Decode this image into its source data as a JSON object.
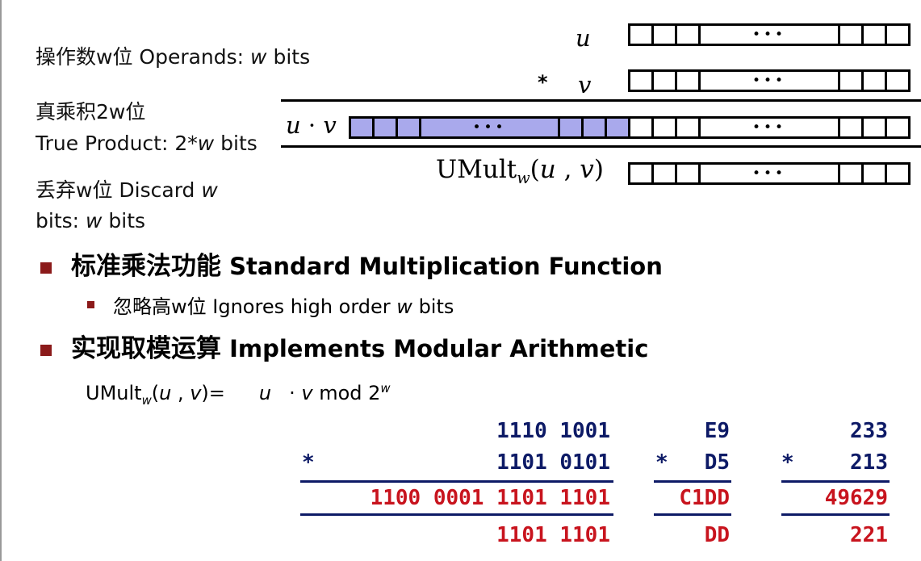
{
  "diagram": {
    "operand_label": {
      "zh": "操作数w位",
      "en": "Operands: ",
      "var": "w",
      "tail": " bits"
    },
    "product_label": {
      "zh": "真乘积2w位",
      "en": "True Product: 2*",
      "var": "w",
      "tail": "  bits"
    },
    "discard_label": {
      "zh": "丢弃w位",
      "en": "Discard ",
      "var": "w",
      "line2_pre": "bits: ",
      "line2_var": "w",
      "line2_tail": " bits"
    },
    "u_symbol": "u",
    "times_symbol": "*",
    "v_symbol": "v",
    "uv_label": {
      "u": "u",
      "dot": " · ",
      "v": "v"
    },
    "umult_label": {
      "name": "UMult",
      "sub": "w",
      "open": "(",
      "u": "u",
      "sep": " , ",
      "v": "v",
      "close": ")"
    }
  },
  "bullets": [
    {
      "zh": "标准乘法功能",
      "en": " Standard Multiplication Function",
      "sub": {
        "zh": "忽略高w位",
        "en": " Ignores high order ",
        "var": "w",
        "tail": " bits"
      }
    },
    {
      "zh": "实现取模运算",
      "en": " Implements Modular Arithmetic"
    }
  ],
  "formula": {
    "name": "UMult",
    "sub": "w",
    "open": "(",
    "u": "u",
    "sep": " , ",
    "v": "v",
    "close": ")=",
    "rhs_u": "u",
    "rhs_dot": "· ",
    "rhs_v": "v",
    "mod": "  mod 2",
    "exp": "w"
  },
  "example": {
    "binary": {
      "a": "1110 1001",
      "op": "*",
      "b": "1101 0101",
      "product": "1100 0001 1101 1101",
      "result": "1101 1101"
    },
    "hex": {
      "a": "E9",
      "op": "*",
      "b": "D5",
      "product": "C1DD",
      "result": "DD"
    },
    "decimal": {
      "a": "233",
      "op": "*",
      "b": "213",
      "product": "49629",
      "result": "221"
    }
  },
  "colors": {
    "navy": "#0d1a66",
    "red": "#c8141e",
    "highlight": "#a9a9ec",
    "bullet": "#8b1a1a"
  }
}
